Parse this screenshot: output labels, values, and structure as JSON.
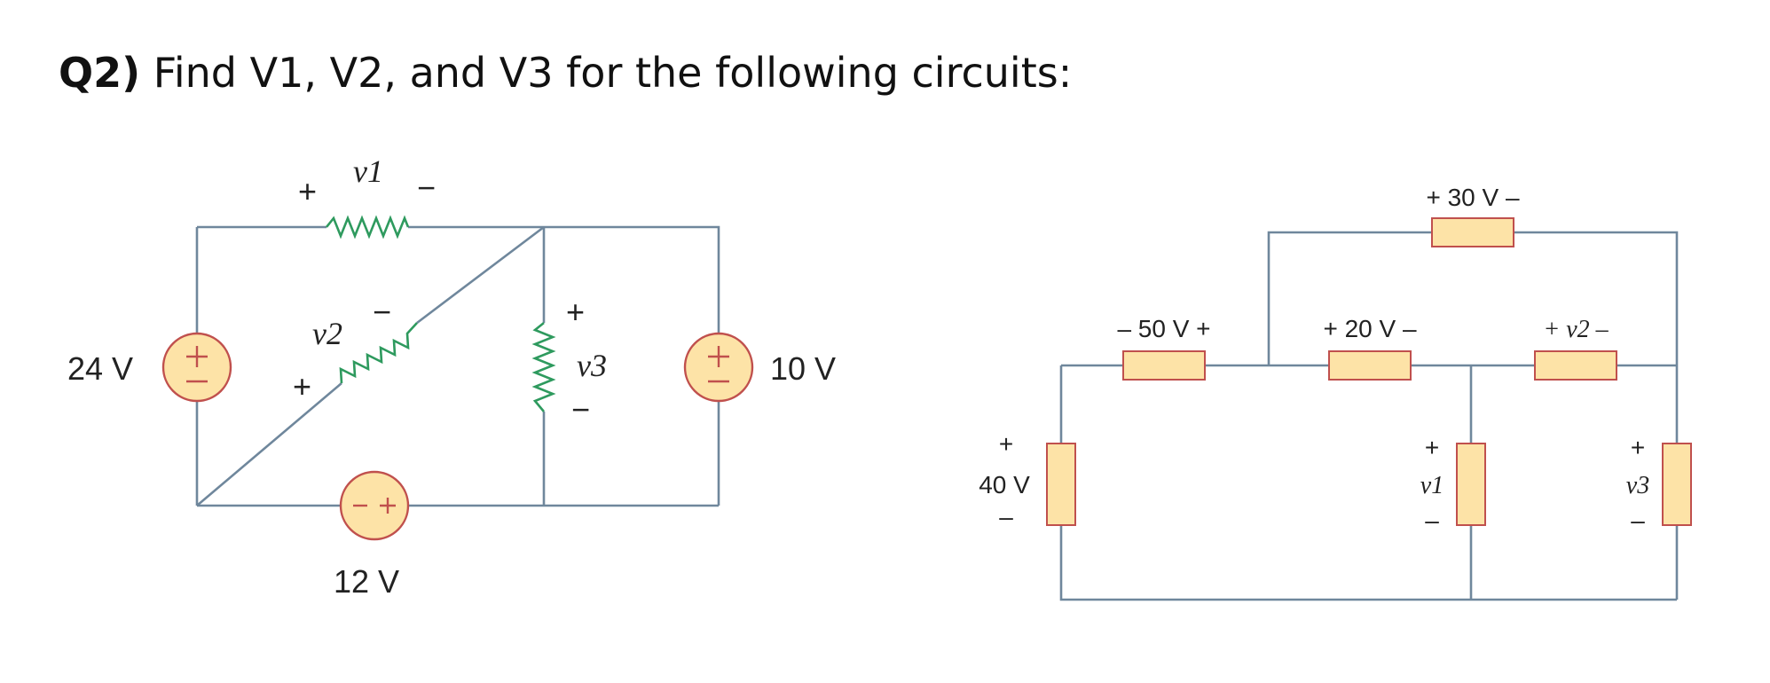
{
  "question": {
    "number": "Q2)",
    "text": " Find V1, V2, and V3 for the following circuits:"
  },
  "circuit1": {
    "source_left": "24 V",
    "source_right": "10 V",
    "source_bottom": "12 V",
    "v1": "v1",
    "v2": "v2",
    "v3": "v3",
    "plus": "+",
    "minus": "−"
  },
  "circuit2": {
    "top": "+ 30 V –",
    "r50": "– 50 V +",
    "r20": "+ 20 V –",
    "v2": "+ v2 –",
    "source": "40 V",
    "v1": "v1",
    "v3": "v3",
    "plus": "+",
    "minus": "–"
  },
  "colors": {
    "wire": "#6f879c",
    "resistor_fill": "#fde3a7",
    "resistor_border": "#c0504d",
    "zigzag": "#2e9a5e"
  }
}
